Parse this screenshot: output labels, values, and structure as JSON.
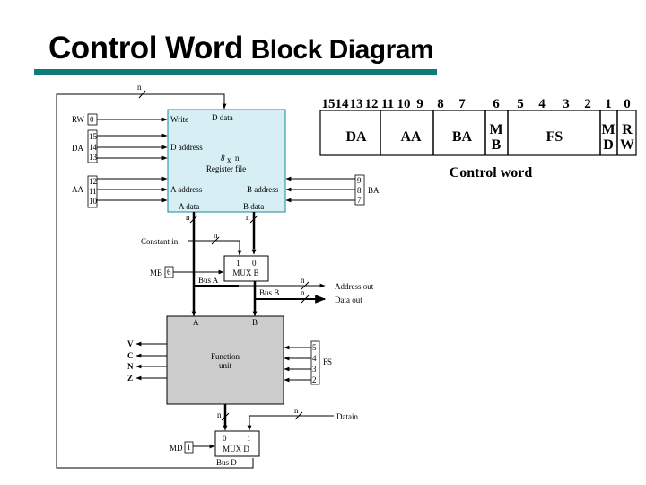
{
  "title": {
    "part1": "Control Word",
    "part2": "Block Diagram"
  },
  "colors": {
    "accent_rule": "#0e7b76",
    "register_file_fill": "#d6eef4",
    "register_file_stroke": "#3a9bb0",
    "function_unit_fill": "#cccccc"
  },
  "control_word": {
    "bit_numbers": [
      "15",
      "14",
      "13",
      "12",
      "11",
      "10",
      "9",
      "8",
      "7",
      "6",
      "5",
      "4",
      "3",
      "2",
      "1",
      "0"
    ],
    "fields": [
      {
        "name": "DA",
        "bits": "15-13"
      },
      {
        "name": "AA",
        "bits": "12-10"
      },
      {
        "name": "BA",
        "bits": "9-7"
      },
      {
        "name": "MB",
        "line1": "M",
        "line2": "B",
        "bits": "6"
      },
      {
        "name": "FS",
        "bits": "5-2"
      },
      {
        "name": "MD",
        "line1": "M",
        "line2": "D",
        "bits": "1"
      },
      {
        "name": "RW",
        "line1": "R",
        "line2": "W",
        "bits": "0"
      }
    ],
    "caption": "Control word"
  },
  "register_file": {
    "write": "Write",
    "d_data": "D data",
    "d_address": "D address",
    "size": "8 x n",
    "size_8": "8",
    "size_x": "x",
    "size_n": "n",
    "name": "Register file",
    "a_address": "A address",
    "b_address": "B address",
    "a_data": "A data",
    "b_data": "B data"
  },
  "inputs": {
    "rw": {
      "label": "RW",
      "bits": [
        "0"
      ]
    },
    "da": {
      "label": "DA",
      "bits": [
        "15",
        "14",
        "13"
      ]
    },
    "aa": {
      "label": "AA",
      "bits": [
        "12",
        "11",
        "10"
      ]
    },
    "ba": {
      "label": "BA",
      "bits": [
        "9",
        "8",
        "7"
      ]
    },
    "mb": {
      "label": "MB",
      "bits": [
        "6"
      ]
    },
    "fs": {
      "label": "FS",
      "bits": [
        "5",
        "4",
        "3",
        "2"
      ]
    },
    "md": {
      "label": "MD",
      "bits": [
        "1"
      ]
    }
  },
  "mux_b": {
    "in1": "1",
    "in0": "0",
    "name": "MUX B"
  },
  "mux_d": {
    "in0": "0",
    "in1": "1",
    "name": "MUX D"
  },
  "function_unit": {
    "line1": "Function",
    "line2": "unit",
    "a": "A",
    "b": "B"
  },
  "status_flags": [
    "V",
    "C",
    "N",
    "Z"
  ],
  "signals": {
    "n": "n",
    "constant_in": "Constant  in",
    "bus_a": "Bus A",
    "bus_b": "Bus B",
    "bus_d": "Bus D",
    "address_out": "Address out",
    "data_out": "Data out",
    "data_in": "Datain"
  }
}
